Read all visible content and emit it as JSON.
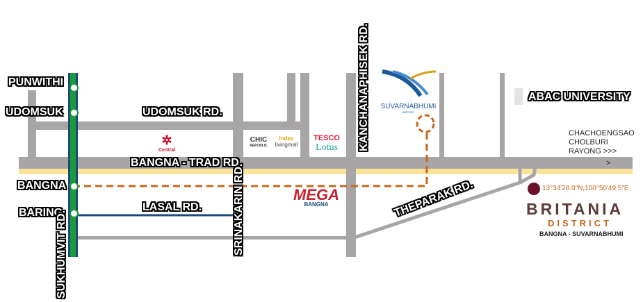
{
  "stations": [
    "PUNWITHI",
    "UDOMSUK",
    "BANGNA",
    "BARING"
  ],
  "roads": {
    "sukhumvit": "SUKHUMVIT RD.",
    "udomsuk": "UDOMSUK RD.",
    "bangna_trad": "BANGNA - TRAD RD.",
    "srinakarin": "SRINAKARIN RD.",
    "kanchanaphisek": "KANCHANAPHISEK RD.",
    "lasal": "LASAL RD.",
    "theparak": "THEPARAK RD."
  },
  "landmarks": {
    "central": "Central",
    "chic": "CHIC",
    "chic_sub": "REPUBLIC",
    "index": "Index",
    "livingmall": "livingmall",
    "tesco": "TESCO",
    "lotus": "Lotus",
    "mega": "MEGA",
    "mega_sub": "BANGNA",
    "airport": "SUVARNABHUMI",
    "airport_sub": "AIRPORT",
    "abac": "ABAC UNIVERSITY"
  },
  "directions": {
    "line1": "CHACHOENGSAO",
    "line2": "CHOLBURI",
    "line3": "RAYONG >>>",
    "arrow": ">"
  },
  "project": {
    "coords": "13°34'28.0\"N,100°50'49.5\"E",
    "name": "BRITANIA",
    "sub": "DISTRICT",
    "location": "BANGNA - SUVARNABHUMI"
  },
  "colors": {
    "road": "#a7a5a5",
    "bts": "#1a9a3c",
    "route": "#c8651b",
    "project": "#6b0f2d"
  }
}
